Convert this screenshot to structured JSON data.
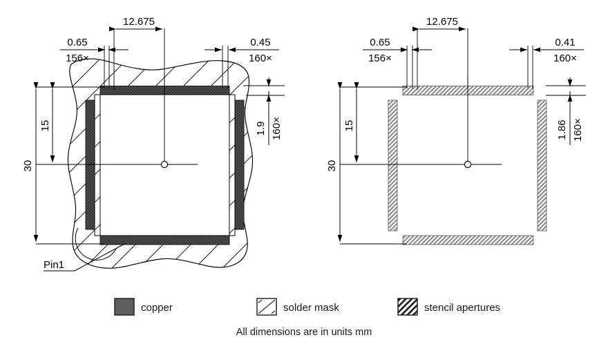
{
  "figure": {
    "title_note": "All dimensions are in units mm",
    "units": "mm"
  },
  "left_view": {
    "name": "copper-and-solder-mask-view",
    "pin1_label": "Pin1",
    "dimensions": {
      "top_span": "12.675",
      "left_pitch_value": "0.65",
      "left_pitch_count": "156×",
      "right_width_value": "0.45",
      "right_width_count": "160×",
      "vertical_half": "15",
      "vertical_full": "30",
      "pad_length_value": "1.9",
      "pad_length_count": "160×"
    }
  },
  "right_view": {
    "name": "stencil-aperture-view",
    "dimensions": {
      "top_span": "12.675",
      "left_pitch_value": "0.65",
      "left_pitch_count": "156×",
      "right_width_value": "0.41",
      "right_width_count": "160×",
      "vertical_half": "15",
      "vertical_full": "30",
      "pad_length_value": "1.86",
      "pad_length_count": "160×"
    }
  },
  "legend": {
    "items": [
      {
        "key": "copper",
        "label": "copper",
        "swatch": "solid-gray-fill",
        "color": "#595959"
      },
      {
        "key": "mask",
        "label": "solder mask",
        "swatch": "sparse-diagonal-hatch",
        "color": "#ffffff"
      },
      {
        "key": "stencil",
        "label": "stencil apertures",
        "swatch": "dense-diagonal-hatch",
        "color": "#ffffff"
      }
    ]
  }
}
